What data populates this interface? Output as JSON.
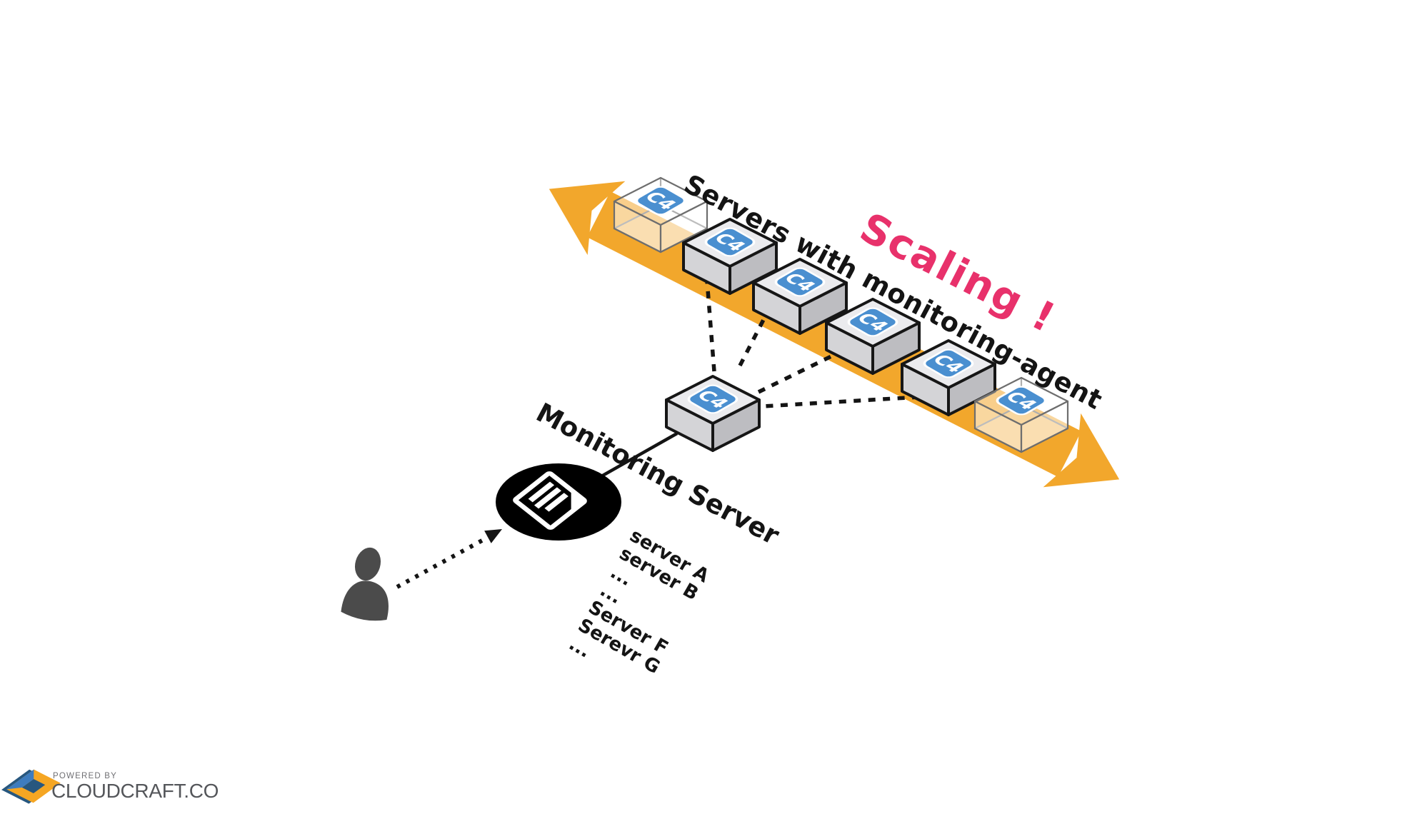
{
  "labels": {
    "servers_band": "Servers with monitoring-agent",
    "scaling": "Scaling !",
    "monitoring": "Monitoring Server",
    "c4_badge": "C4"
  },
  "server_list": [
    "server A",
    "server B",
    "...",
    "...",
    "Server F",
    "Serevr G",
    "..."
  ],
  "footer": {
    "powered_by": "POWERED BY",
    "brand": "CLOUDCRAFT.CO"
  },
  "colors": {
    "band_yellow": "#F2A72C",
    "scaling_pink": "#E8316B",
    "badge_blue": "#4A8FD0",
    "ink": "#141414",
    "person_gray": "#4B4B4B",
    "logo_blue": "#3E7CBE",
    "logo_navy": "#27577F",
    "logo_yellow": "#F5A623",
    "brand_gray": "#54565A",
    "powered_gray": "#6F6F73"
  },
  "icons": {
    "monitoring_node": "document-icon",
    "user": "person-icon",
    "scale_band": "double-headed-arrow-icon",
    "logo": "cloudcraft-cube-icon"
  }
}
